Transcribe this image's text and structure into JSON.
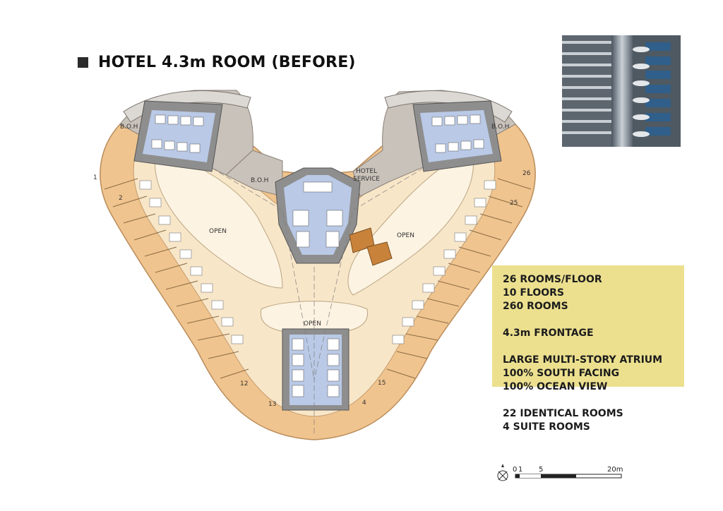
{
  "header": {
    "title": "HOTEL 4.3m ROOM (BEFORE)"
  },
  "plan": {
    "area_labels": {
      "boh_left": "B.O.H",
      "boh_center": "B.O.H",
      "boh_right": "B.O.H",
      "hotel_service_1": "HOTEL",
      "hotel_service_2": "SERVICE",
      "open_left": "OPEN",
      "open_right": "OPEN",
      "open_bottom": "OPEN"
    },
    "room_numbers": {
      "r1": "1",
      "r2": "2",
      "r12": "12",
      "r13": "13",
      "r14": "4",
      "r15": "15",
      "r25": "25",
      "r26": "26"
    }
  },
  "info": {
    "lines": [
      "26 ROOMS/FLOOR",
      "10 FLOORS",
      "260 ROOMS",
      "",
      "4.3m FRONTAGE",
      "",
      "LARGE MULTI-STORY ATRIUM",
      "100% SOUTH FACING",
      "100% OCEAN VIEW",
      "",
      "22 IDENTICAL ROOMS",
      "4 SUITE ROOMS"
    ]
  },
  "scale": {
    "t0": "0",
    "t1": "1",
    "t5": "5",
    "t20": "20m"
  },
  "colors": {
    "room_orange": "#f0c48e",
    "corridor_cream": "#f8e6c8",
    "atrium_light": "#fcf3e2",
    "boh_gray": "#c9c2ba",
    "core_gray": "#8e8e8e",
    "core_blue": "#b9c9e6",
    "info_yellow": "#ece08f"
  }
}
